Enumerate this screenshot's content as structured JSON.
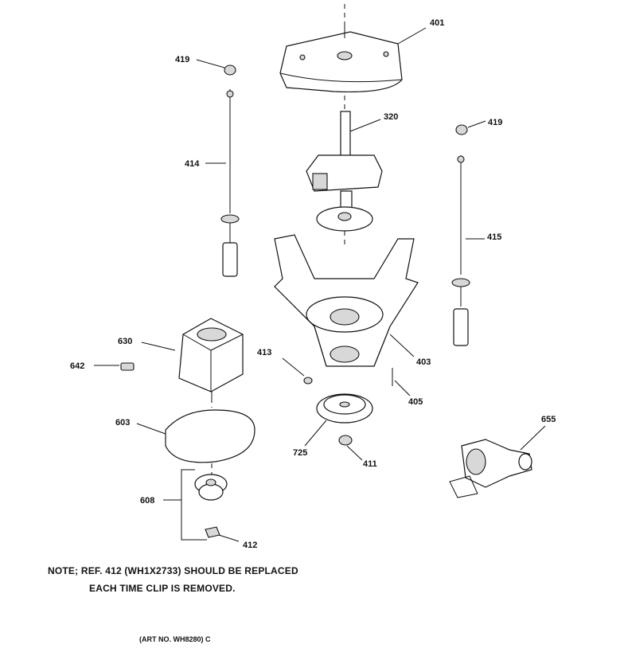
{
  "labels": {
    "p401": "401",
    "p419a": "419",
    "p419b": "419",
    "p320": "320",
    "p414": "414",
    "p415": "415",
    "p630": "630",
    "p642": "642",
    "p413": "413",
    "p403": "403",
    "p405": "405",
    "p603": "603",
    "p725": "725",
    "p411": "411",
    "p655": "655",
    "p608": "608",
    "p412": "412"
  },
  "note": {
    "line1": "NOTE; REF. 412 (WH1X2733) SHOULD BE REPLACED",
    "line2": "EACH TIME CLIP IS REMOVED."
  },
  "art_number": "(ART NO. WH8280) C"
}
